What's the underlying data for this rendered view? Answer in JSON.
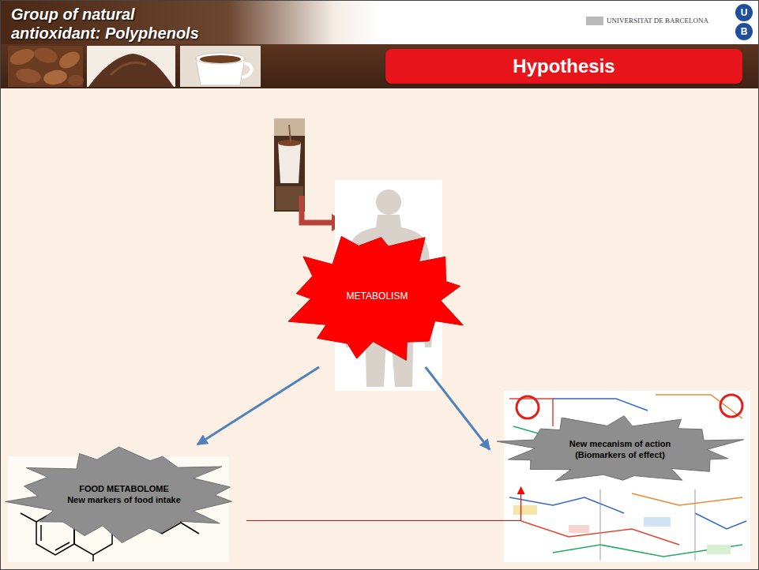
{
  "diagram": {
    "title": "Hypothesis",
    "nodes": [
      {
        "text": [
          "METABOLISM"
        ]
      },
      {
        "text": [
          "FOOD METABOLOME",
          "New markers of food intake"
        ]
      },
      {
        "text": [
          "New mecanism of action",
          "(Biomarkers of effect)"
        ]
      }
    ],
    "edges": [
      {
        "from": 0,
        "to": 1,
        "arrow": "to"
      },
      {
        "from": 0,
        "to": 2,
        "arrow": "to"
      },
      {
        "from": 1,
        "to": 2,
        "arrow": "to"
      }
    ],
    "labels": [
      "Group of natural antioxidant: Polyphenols",
      "UNIVERSITAT DE BARCELONA",
      "U",
      "B"
    ]
  }
}
